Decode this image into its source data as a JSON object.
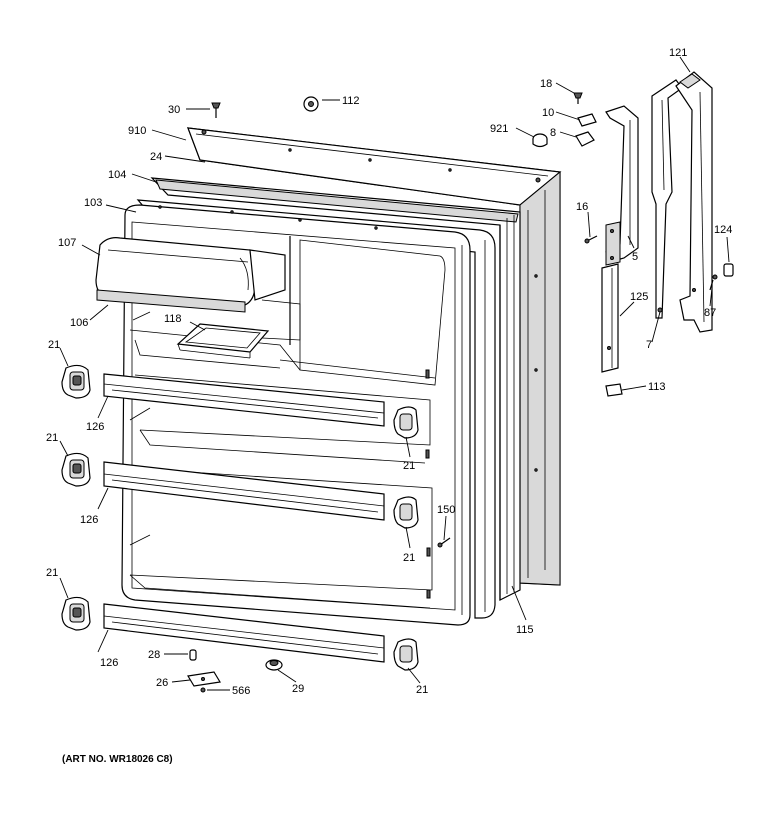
{
  "callouts": {
    "p30": "30",
    "p112": "112",
    "p910": "910",
    "p24": "24",
    "p104": "104",
    "p103": "103",
    "p107": "107",
    "p106": "106",
    "p118": "118",
    "p21a": "21",
    "p21b": "21",
    "p21c": "21",
    "p21d": "21",
    "p21e": "21",
    "p21f": "21",
    "p126a": "126",
    "p126b": "126",
    "p126c": "126",
    "p28": "28",
    "p26": "26",
    "p566": "566",
    "p29": "29",
    "p150": "150",
    "p115": "115",
    "p18": "18",
    "p10": "10",
    "p921": "921",
    "p8": "8",
    "p16": "16",
    "p5": "5",
    "p121": "121",
    "p7": "7",
    "p124": "124",
    "p87": "87",
    "p125": "125",
    "p113": "113"
  },
  "art_number": "(ART NO. WR18026 C8)"
}
